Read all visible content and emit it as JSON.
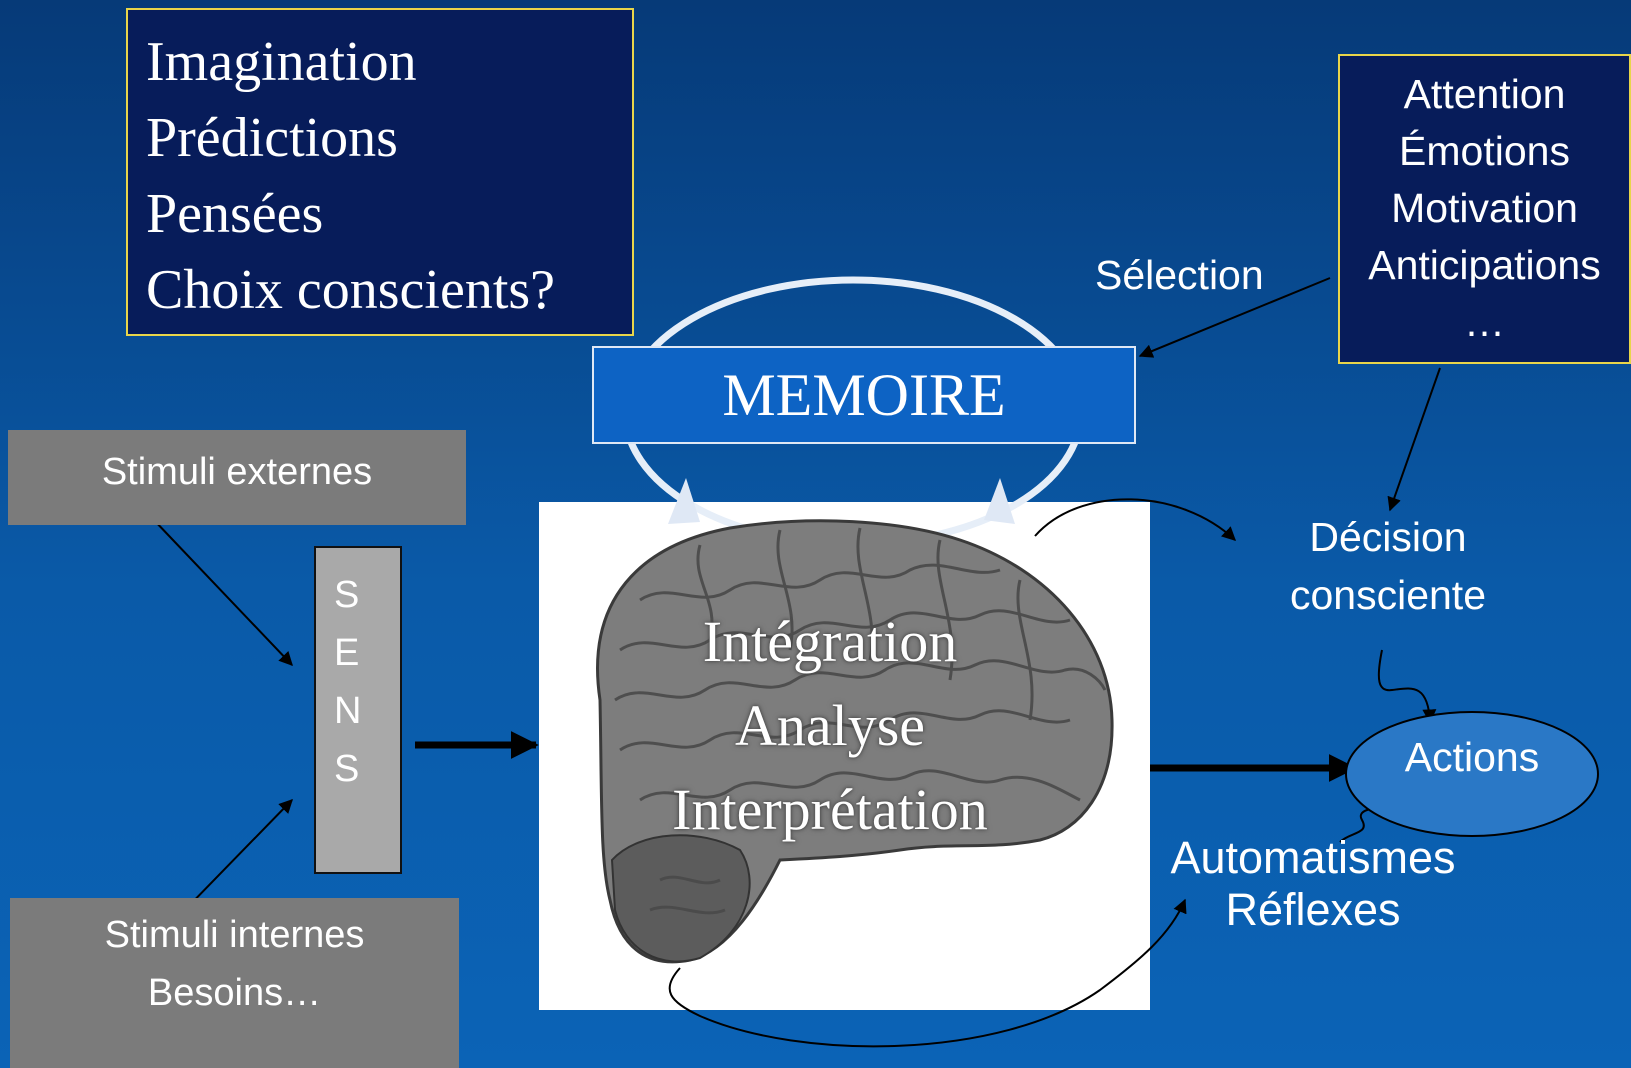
{
  "imagination": [
    "Imagination",
    "Prédictions",
    "Pensées",
    "Choix conscients?"
  ],
  "attention": [
    "Attention",
    "Émotions",
    "Motivation",
    "Anticipations",
    "…"
  ],
  "memoire": "MEMOIRE",
  "selection": "Sélection",
  "stimuli_externes": "Stimuli externes",
  "stimuli_internes": [
    "Stimuli internes",
    "Besoins…"
  ],
  "sens": [
    "S",
    "E",
    "N",
    "S"
  ],
  "brain_processes": [
    "Intégration",
    "Analyse",
    "Interprétation"
  ],
  "decision": [
    "Décision",
    "consciente"
  ],
  "actions": "Actions",
  "automatismes": [
    "Automatismes",
    "Réflexes"
  ],
  "colors": {
    "box_border": "#e8d54a",
    "dark_box": "#071c5a",
    "memoire_box": "#0d63c4",
    "grey_box": "#7b7b7b",
    "actions_ellipse": "#2a78c6"
  }
}
